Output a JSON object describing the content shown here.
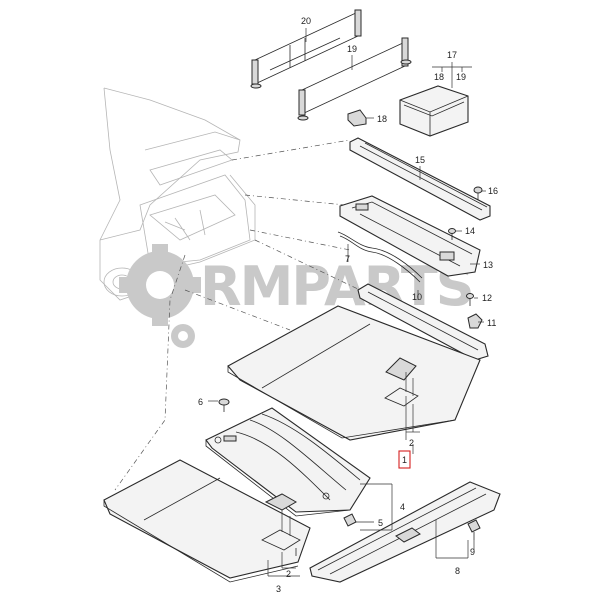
{
  "watermark": {
    "text": "RMPARTS"
  },
  "colors": {
    "line": "#2a2a2a",
    "highlight": "#d62020",
    "watermark": "#c9c9c9"
  },
  "callouts": {
    "p1": "1",
    "p2a": "2",
    "p2b": "2",
    "p3": "3",
    "p4": "4",
    "p5": "5",
    "p6": "6",
    "p7": "7",
    "p8": "8",
    "p9": "9",
    "p10": "10",
    "p11": "11",
    "p12": "12",
    "p13": "13",
    "p14": "14",
    "p15": "15",
    "p16": "16",
    "p17": "17",
    "p18a": "18",
    "p18b": "18",
    "p19a": "19",
    "p19b": "19",
    "p20": "20"
  },
  "highlighted_callout": "1"
}
